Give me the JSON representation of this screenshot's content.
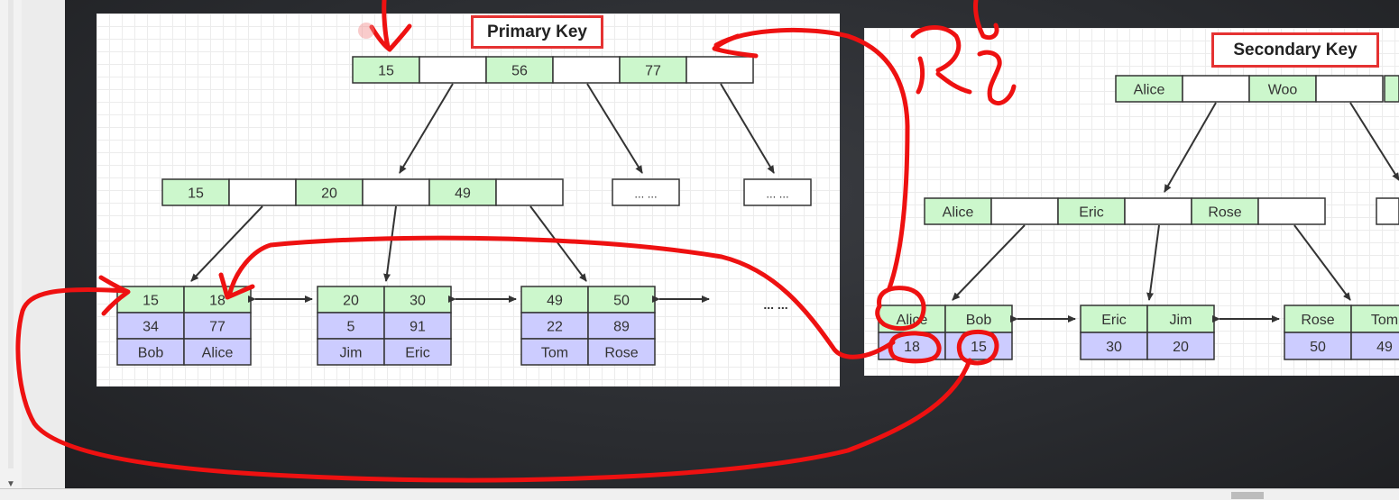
{
  "primary_title": "Primary Key",
  "secondary_title": "Secondary Key",
  "colors": {
    "key_fill": "#ccf7cc",
    "value_fill": "#ccccff",
    "empty_fill": "#ffffff",
    "border": "#333333",
    "ink": "#ee1111"
  },
  "icons": {
    "scroll_down": "triangle-down-icon"
  },
  "primary_tree": {
    "root": [
      "15",
      "56",
      "77"
    ],
    "level2": [
      "15",
      "20",
      "49"
    ],
    "placeholders": [
      "... ...",
      "... ..."
    ],
    "leaves": [
      {
        "keys": [
          "15",
          "18"
        ],
        "ages": [
          "34",
          "77"
        ],
        "names": [
          "Bob",
          "Alice"
        ]
      },
      {
        "keys": [
          "20",
          "30"
        ],
        "ages": [
          "5",
          "91"
        ],
        "names": [
          "Jim",
          "Eric"
        ]
      },
      {
        "keys": [
          "49",
          "50"
        ],
        "ages": [
          "22",
          "89"
        ],
        "names": [
          "Tom",
          "Rose"
        ]
      }
    ],
    "leaf_more": "... ..."
  },
  "secondary_tree": {
    "root": [
      "Alice",
      "Woo"
    ],
    "level2": [
      "Alice",
      "Eric",
      "Rose"
    ],
    "leaves": [
      {
        "keys": [
          "Alice",
          "Bob"
        ],
        "ids": [
          "18",
          "15"
        ]
      },
      {
        "keys": [
          "Eric",
          "Jim"
        ],
        "ids": [
          "30",
          "20"
        ]
      },
      {
        "keys": [
          "Rose",
          "Tom"
        ],
        "ids": [
          "50",
          "49"
        ]
      }
    ]
  }
}
